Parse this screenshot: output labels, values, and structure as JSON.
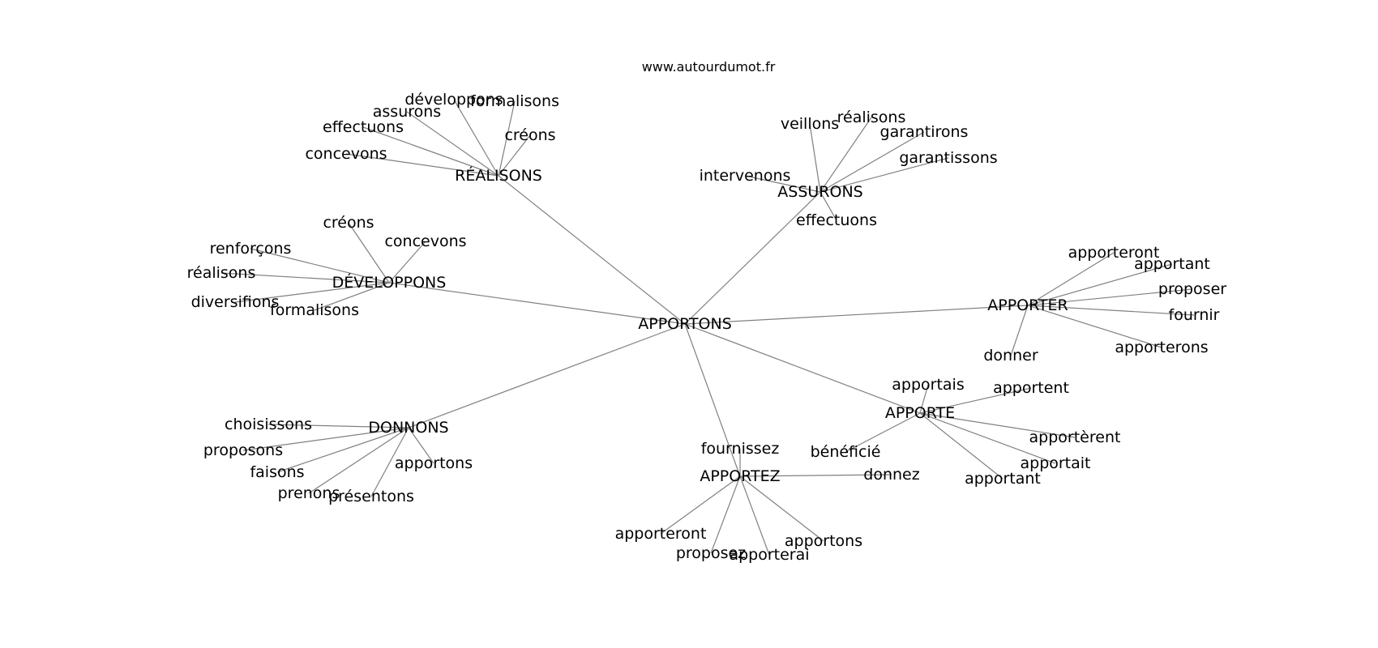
{
  "source_label": "www.autourdumot.fr",
  "graph": {
    "center": "APPORTONS",
    "clusters": [
      {
        "hub": "RÉALISONS",
        "leaves": [
          "développons",
          "formalisons",
          "assurons",
          "effectuons",
          "créons",
          "concevons"
        ]
      },
      {
        "hub": "ASSURONS",
        "leaves": [
          "veillons",
          "réalisons",
          "garantirons",
          "garantissons",
          "intervenons",
          "effectuons"
        ]
      },
      {
        "hub": "DÉVELOPPONS",
        "leaves": [
          "créons",
          "concevons",
          "renforçons",
          "réalisons",
          "diversifions",
          "formalisons"
        ]
      },
      {
        "hub": "APPORTER",
        "leaves": [
          "apporteront",
          "apportant",
          "proposer",
          "fournir",
          "donner",
          "apporterons"
        ]
      },
      {
        "hub": "APPORTE",
        "leaves": [
          "apportais",
          "apportent",
          "apportèrent",
          "bénéficié",
          "apportait",
          "apportant"
        ]
      },
      {
        "hub": "DONNONS",
        "leaves": [
          "choisissons",
          "proposons",
          "faisons",
          "apportons",
          "prenons",
          "présentons"
        ]
      },
      {
        "hub": "APPORTEZ",
        "leaves": [
          "fournissez",
          "donnez",
          "apporteront",
          "apportons",
          "proposez",
          "apporterai"
        ]
      }
    ]
  }
}
